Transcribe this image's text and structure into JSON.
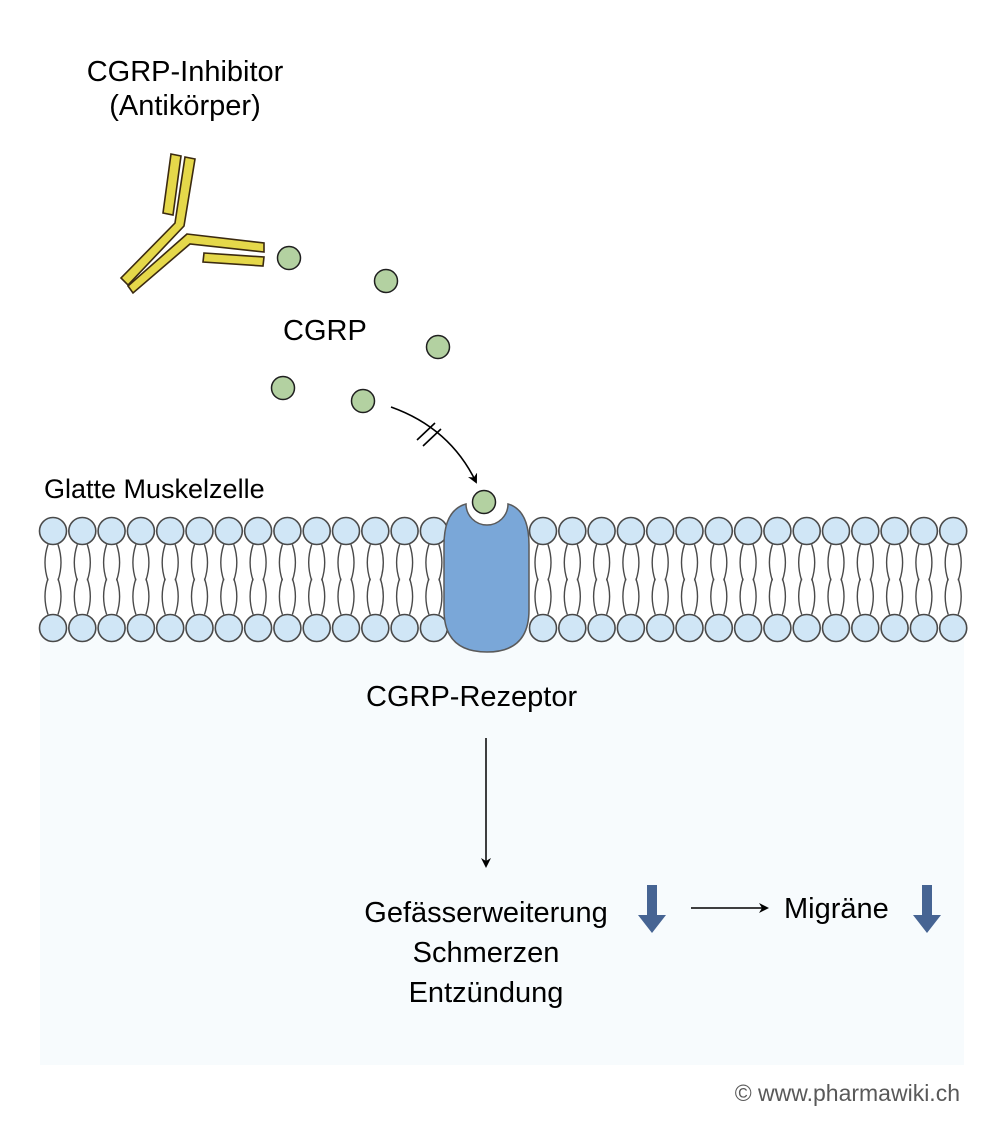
{
  "labels": {
    "inhibitor_line1": "CGRP-Inhibitor",
    "inhibitor_line2": "(Antikörper)",
    "cgrp": "CGRP",
    "cell": "Glatte Muskelzelle",
    "receptor": "CGRP-Rezeptor",
    "effects": [
      "Gefässerweiterung",
      "Schmerzen",
      "Entzündung"
    ],
    "outcome": "Migräne",
    "copyright": "© www.pharmawiki.ch"
  },
  "icons": {
    "antibody": "antibody-icon",
    "cgrp_molecule": "cgrp-molecule-icon",
    "receptor": "receptor-icon",
    "decrease_arrow": "down-arrow-icon",
    "blocked_arrow": "blocked-arrow-icon"
  },
  "colors": {
    "antibody_fill": "#e5d84a",
    "antibody_stroke": "#3b2a10",
    "cgrp_fill": "#b3d1a1",
    "lipid_head_fill": "#d0e6f6",
    "lipid_stroke": "#4a4a4a",
    "receptor_fill": "#7aa7d8",
    "cell_interior": "#f7fbfd",
    "decrease_arrow": "#466493",
    "copyright_text": "#595959"
  }
}
